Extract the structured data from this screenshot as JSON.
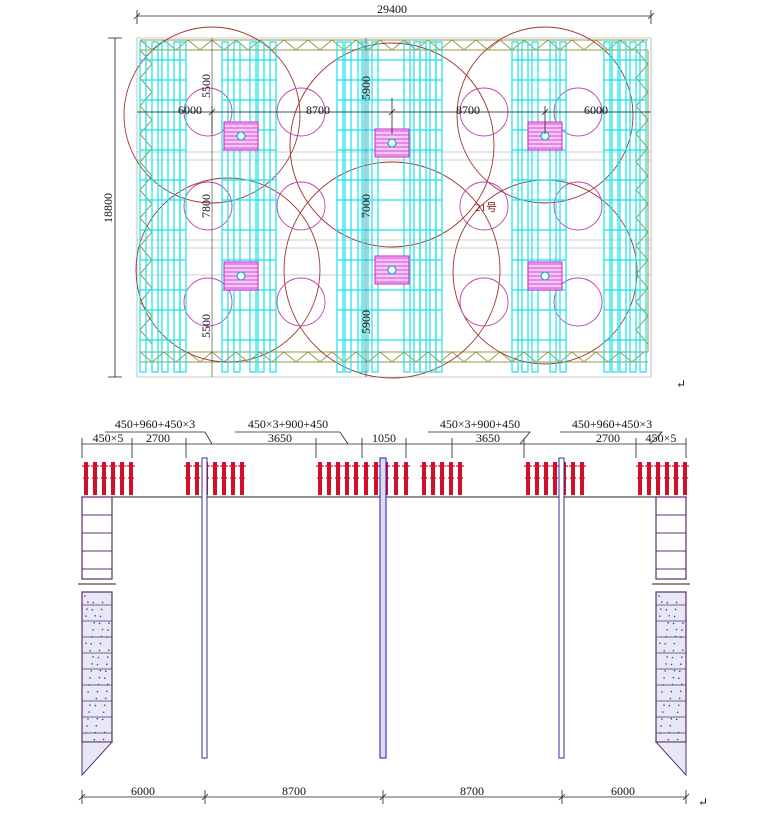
{
  "plan": {
    "overall_width": "29400",
    "overall_height": "18800",
    "top_spans": [
      "6000",
      "8700",
      "8700",
      "6000"
    ],
    "left_vertical_dims": [
      "5500",
      "7800",
      "5500"
    ],
    "center_vertical_dims": [
      "5900",
      "7000",
      "5900"
    ],
    "crane_label": "21号"
  },
  "section": {
    "top_labels": [
      "450+960+450×3",
      "450×3+900+450",
      "450×3+900+450",
      "450+960+450×3"
    ],
    "segment_labels": [
      "450×5",
      "2700",
      "3650",
      "1050",
      "3650",
      "2700",
      "450×5"
    ],
    "bottom_spans": [
      "6000",
      "8700",
      "8700",
      "6000"
    ]
  },
  "return_mark": "↵",
  "colors": {
    "cyan": "#19e3e8",
    "truss": "#9a9a4a",
    "circle_brown": "#a0352e",
    "circle_magenta": "#c040b0",
    "pile_red": "#d0102a",
    "column_blue": "#2a2ad0",
    "magenta": "#d020d0"
  }
}
